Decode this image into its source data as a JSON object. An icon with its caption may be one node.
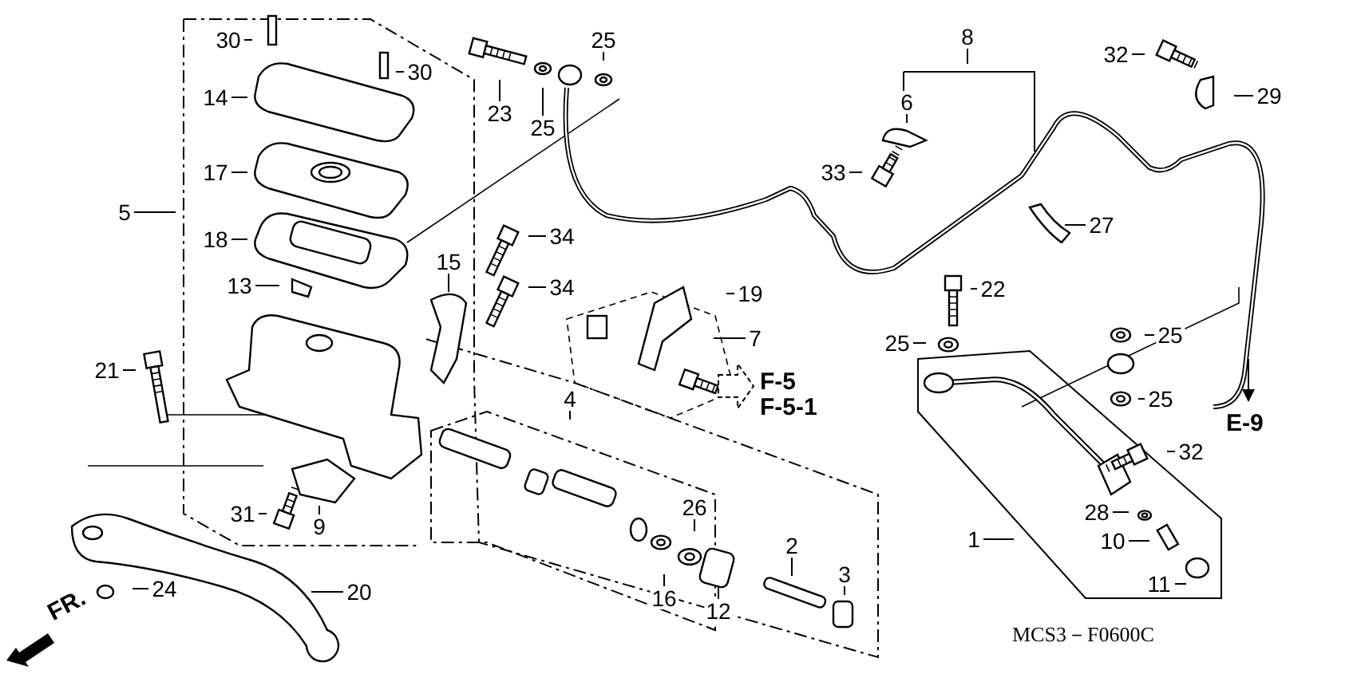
{
  "diagram": {
    "nodes": [
      {
        "text": [
          "30"
        ]
      },
      {
        "text": [
          "30"
        ]
      },
      {
        "text": [
          "14"
        ]
      },
      {
        "text": [
          "17"
        ]
      },
      {
        "text": [
          "18"
        ]
      },
      {
        "text": [
          "13"
        ]
      },
      {
        "text": [
          "5"
        ]
      },
      {
        "text": [
          "23"
        ]
      },
      {
        "text": [
          "25"
        ]
      },
      {
        "text": [
          "25"
        ]
      },
      {
        "text": [
          "34"
        ]
      },
      {
        "text": [
          "34"
        ]
      },
      {
        "text": [
          "15"
        ]
      },
      {
        "text": [
          "8"
        ]
      },
      {
        "text": [
          "6"
        ]
      },
      {
        "text": [
          "33"
        ]
      },
      {
        "text": [
          "32"
        ]
      },
      {
        "text": [
          "29"
        ]
      },
      {
        "text": [
          "27"
        ]
      },
      {
        "text": [
          "19"
        ]
      },
      {
        "text": [
          "7"
        ]
      },
      {
        "text": [
          "22"
        ]
      },
      {
        "text": [
          "25"
        ]
      },
      {
        "text": [
          "25"
        ]
      },
      {
        "text": [
          "25"
        ]
      },
      {
        "text": [
          "21"
        ]
      },
      {
        "text": [
          "4"
        ]
      },
      {
        "text": [
          "31"
        ]
      },
      {
        "text": [
          "9"
        ]
      },
      {
        "text": [
          "24"
        ]
      },
      {
        "text": [
          "20"
        ]
      },
      {
        "text": [
          "26"
        ]
      },
      {
        "text": [
          "16"
        ]
      },
      {
        "text": [
          "12"
        ]
      },
      {
        "text": [
          "2"
        ]
      },
      {
        "text": [
          "3"
        ]
      },
      {
        "text": [
          "1"
        ]
      },
      {
        "text": [
          "32"
        ]
      },
      {
        "text": [
          "28"
        ]
      },
      {
        "text": [
          "10"
        ]
      },
      {
        "text": [
          "11"
        ]
      }
    ],
    "edges": [
      {
        "from": 0,
        "to": null,
        "arrow": "none"
      },
      {
        "from": 1,
        "to": null,
        "arrow": "none"
      },
      {
        "from": 2,
        "to": null,
        "arrow": "none"
      },
      {
        "from": 3,
        "to": null,
        "arrow": "none"
      },
      {
        "from": 4,
        "to": null,
        "arrow": "none"
      },
      {
        "from": 5,
        "to": null,
        "arrow": "none"
      },
      {
        "from": 6,
        "to": null,
        "arrow": "none"
      },
      {
        "from": 7,
        "to": null,
        "arrow": "none"
      },
      {
        "from": 8,
        "to": null,
        "arrow": "none"
      },
      {
        "from": 9,
        "to": null,
        "arrow": "none"
      },
      {
        "from": 10,
        "to": null,
        "arrow": "none"
      },
      {
        "from": 11,
        "to": null,
        "arrow": "none"
      },
      {
        "from": 12,
        "to": null,
        "arrow": "none"
      },
      {
        "from": 13,
        "to": null,
        "arrow": "none"
      },
      {
        "from": 14,
        "to": null,
        "arrow": "none"
      },
      {
        "from": 15,
        "to": null,
        "arrow": "none"
      },
      {
        "from": 16,
        "to": null,
        "arrow": "none"
      },
      {
        "from": 17,
        "to": null,
        "arrow": "none"
      },
      {
        "from": 18,
        "to": null,
        "arrow": "none"
      },
      {
        "from": 19,
        "to": null,
        "arrow": "none"
      },
      {
        "from": 20,
        "to": null,
        "arrow": "none"
      },
      {
        "from": 21,
        "to": null,
        "arrow": "none"
      },
      {
        "from": 22,
        "to": null,
        "arrow": "none"
      },
      {
        "from": 23,
        "to": null,
        "arrow": "none"
      },
      {
        "from": 24,
        "to": null,
        "arrow": "none"
      },
      {
        "from": 25,
        "to": null,
        "arrow": "none"
      },
      {
        "from": 26,
        "to": null,
        "arrow": "none"
      },
      {
        "from": 27,
        "to": null,
        "arrow": "none"
      },
      {
        "from": 28,
        "to": null,
        "arrow": "none"
      },
      {
        "from": 29,
        "to": null,
        "arrow": "none"
      },
      {
        "from": 30,
        "to": null,
        "arrow": "none"
      },
      {
        "from": 31,
        "to": null,
        "arrow": "none"
      },
      {
        "from": 32,
        "to": null,
        "arrow": "none"
      },
      {
        "from": 33,
        "to": null,
        "arrow": "none"
      },
      {
        "from": 34,
        "to": null,
        "arrow": "none"
      },
      {
        "from": 35,
        "to": null,
        "arrow": "none"
      },
      {
        "from": 36,
        "to": null,
        "arrow": "none"
      },
      {
        "from": 37,
        "to": null,
        "arrow": "none"
      },
      {
        "from": 38,
        "to": null,
        "arrow": "none"
      },
      {
        "from": 39,
        "to": null,
        "arrow": "none"
      },
      {
        "from": 40,
        "to": null,
        "arrow": "none"
      }
    ],
    "labels": [
      "F-5",
      "F-5-1",
      "E-9",
      "FR.",
      "MCS3－F0600C"
    ]
  }
}
